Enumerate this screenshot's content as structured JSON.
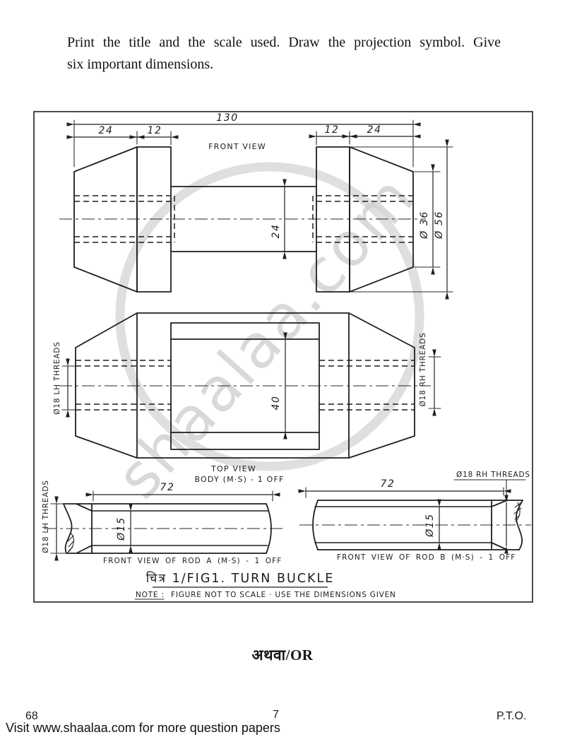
{
  "question": {
    "line1": "Print the title and the scale used. Draw the projection symbol. Give",
    "line2": "six important dimensions."
  },
  "drawing": {
    "front_view": {
      "label": "FRONT VIEW",
      "dim_overall": "130",
      "dim_left_cone": "24",
      "dim_left_collar": "12",
      "dim_right_collar": "12",
      "dim_right_cone": "24",
      "dim_bar": "24",
      "dim_small_dia": "Ø 36",
      "dim_large_dia": "Ø 56"
    },
    "top_view": {
      "label": "TOP VIEW",
      "sub_label": "BODY (M·S) - 1 OFF",
      "dim_window": "40",
      "dim_lh": "Ø18 LH THREADS",
      "dim_rh": "Ø18 RH THREADS"
    },
    "rod_a": {
      "label": "FRONT VIEW OF ROD A (M·S) - 1 OFF",
      "dim_length": "72",
      "dim_dia": "Ø15",
      "dim_threads": "Ø18 LH THREADS"
    },
    "rod_b": {
      "label": "FRONT VIEW OF ROD B (M·S) - 1 OFF",
      "dim_length": "72",
      "dim_dia": "Ø15",
      "dim_threads": "Ø18 RH THREADS"
    },
    "title": "चित्र 1/FIG1. TURN BUCKLE",
    "note_label": "NOTE :",
    "note_text": "FIGURE NOT TO SCALE · USE THE DIMENSIONS GIVEN"
  },
  "watermark": {
    "text": "shaalaa.com",
    "color": "#d0d0d0",
    "ring_color": "#d9d9d9"
  },
  "divider": {
    "text": "अथवा/OR"
  },
  "footer": {
    "page_left": "68",
    "page_center": "7",
    "pto": "P.T.O.",
    "promo": "Visit www.shaalaa.com for more question papers"
  },
  "colors": {
    "ink": "#1f1f1f",
    "paper": "#ffffff"
  }
}
